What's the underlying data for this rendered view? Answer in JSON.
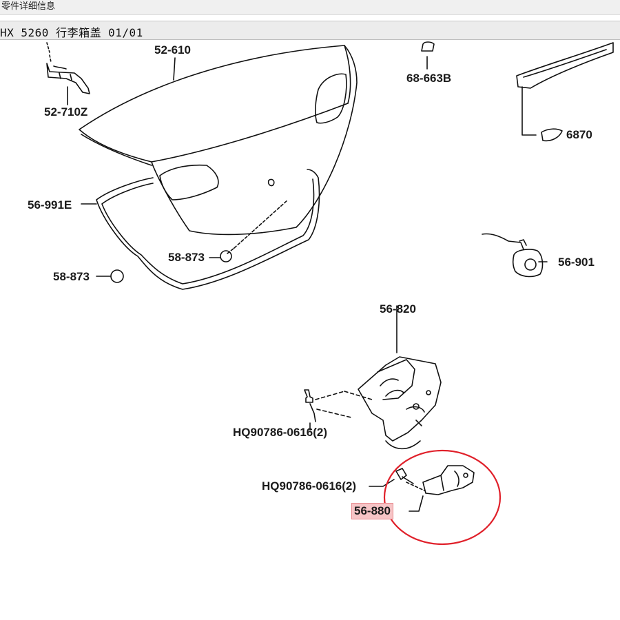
{
  "window": {
    "title": "零件详细信息"
  },
  "header": {
    "doc_title": "HX 5260 行李箱盖",
    "page": "01/01"
  },
  "colors": {
    "highlight_fill": "#f6c4c6",
    "circle": "#e0202a",
    "line": "#111111"
  },
  "parts": {
    "p52_610": "52-610",
    "p52_710z": "52-710Z",
    "p68_663b": "68-663B",
    "p6870": "6870",
    "p56_991e": "56-991E",
    "p58_873a": "58-873",
    "p58_873b": "58-873",
    "p56_901": "56-901",
    "p56_820": "56-820",
    "hq_1": "HQ90786-0616(2)",
    "hq_2": "HQ90786-0616(2)",
    "p56_880": "56-880"
  },
  "selected_part": "56-880"
}
